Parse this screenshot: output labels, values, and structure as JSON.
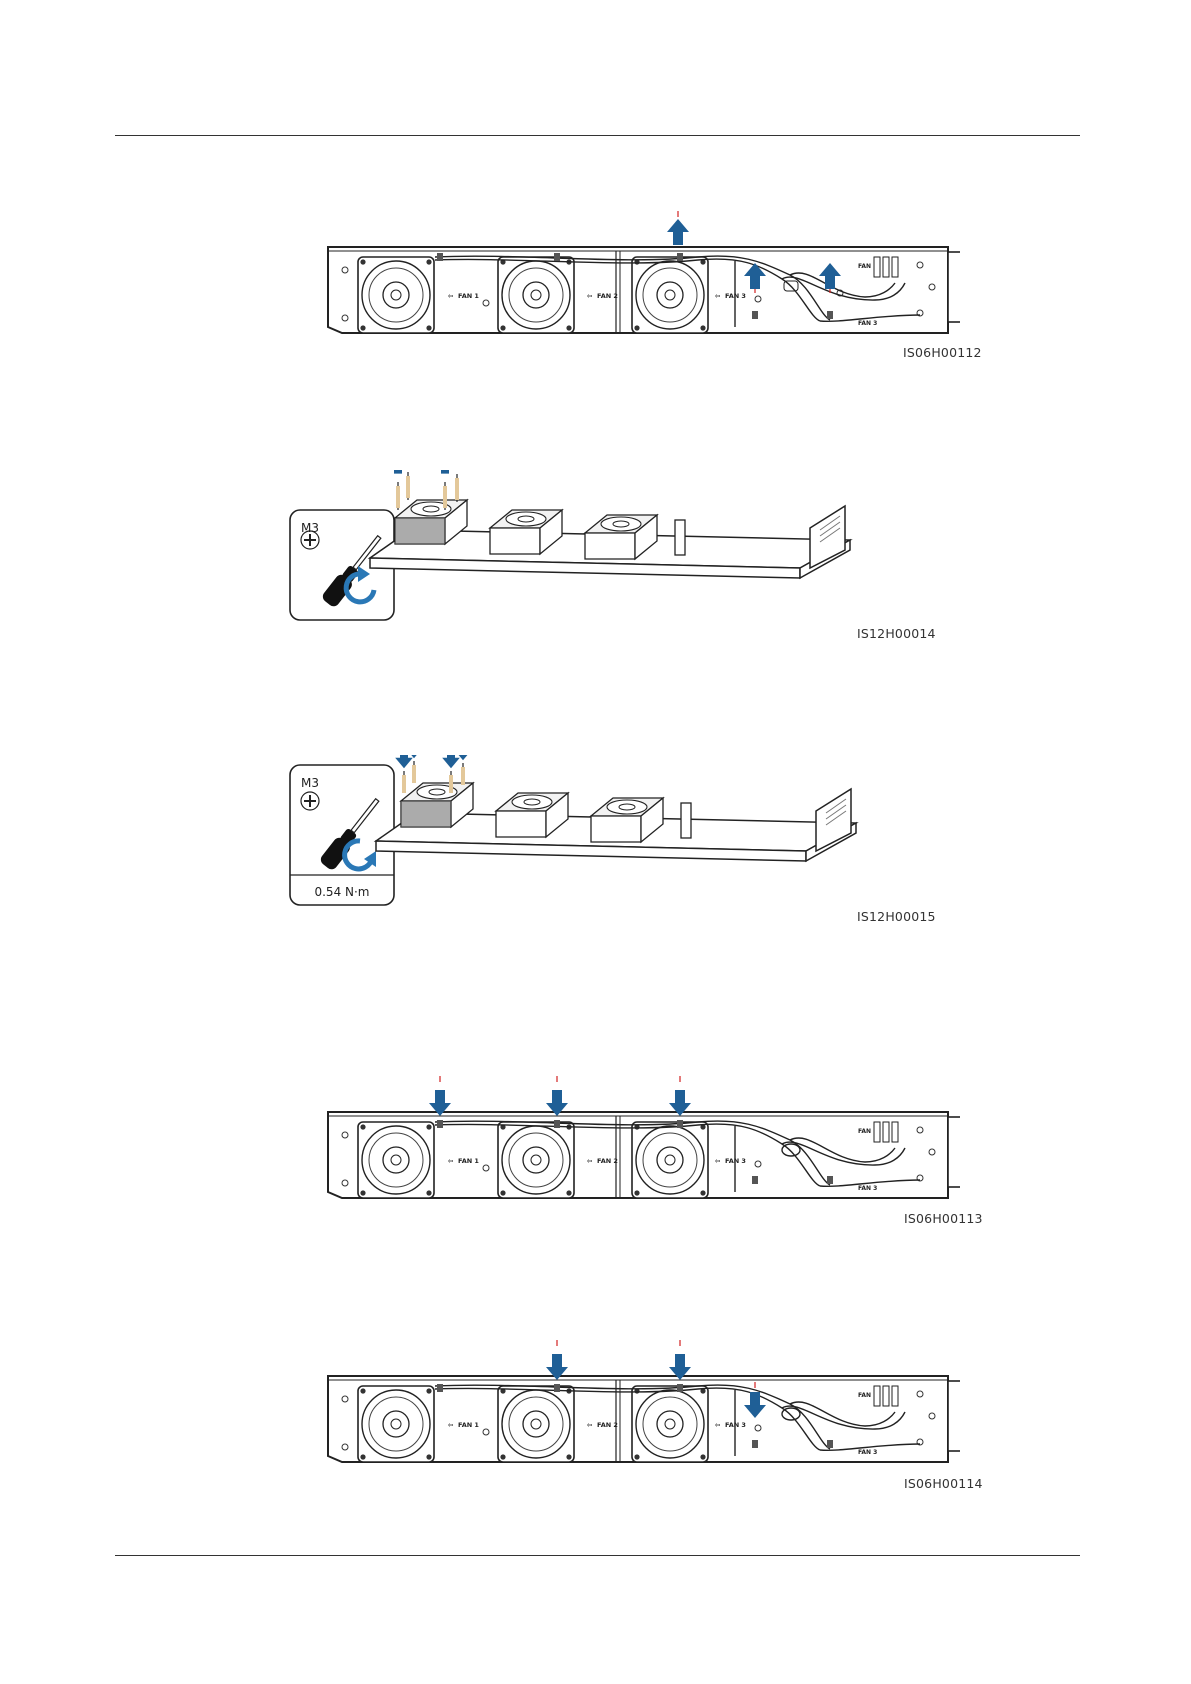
{
  "figures": [
    {
      "id": "IS06H00112",
      "fan_labels": [
        "FAN 1",
        "FAN 2",
        "FAN 3"
      ],
      "panel_labels": {
        "top": "FAN 1",
        "bottom": "FAN 3"
      }
    },
    {
      "id": "IS12H00014",
      "tool": {
        "screw": "M3",
        "torque": ""
      }
    },
    {
      "id": "IS12H00015",
      "tool": {
        "screw": "M3",
        "torque": "0.54 N·m"
      }
    },
    {
      "id": "IS06H00113",
      "fan_labels": [
        "FAN 1",
        "FAN 2",
        "FAN 3"
      ],
      "panel_labels": {
        "top": "FAN 1",
        "bottom": "FAN 3"
      }
    },
    {
      "id": "IS06H00114",
      "fan_labels": [
        "FAN 1",
        "FAN 2",
        "FAN 3"
      ],
      "panel_labels": {
        "top": "FAN 1",
        "bottom": "FAN 3"
      }
    }
  ],
  "colors": {
    "arrow": "#1f5f96",
    "rotate": "#2a78b6",
    "line": "#222222",
    "marker": "#d22222"
  }
}
